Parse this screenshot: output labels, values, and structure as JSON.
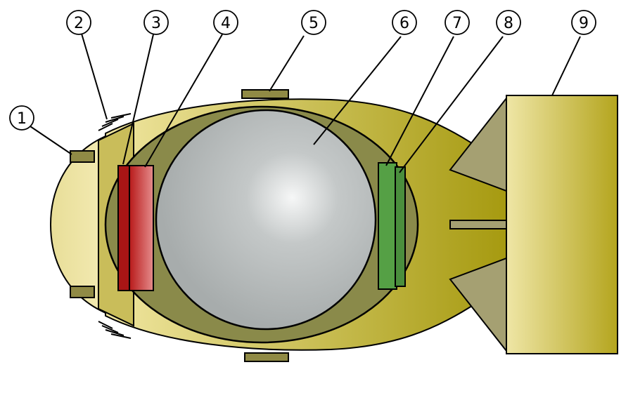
{
  "diagram": {
    "callouts": [
      {
        "id": "1",
        "label": "1"
      },
      {
        "id": "2",
        "label": "2"
      },
      {
        "id": "3",
        "label": "3"
      },
      {
        "id": "4",
        "label": "4"
      },
      {
        "id": "5",
        "label": "5"
      },
      {
        "id": "6",
        "label": "6"
      },
      {
        "id": "7",
        "label": "7"
      },
      {
        "id": "8",
        "label": "8"
      },
      {
        "id": "9",
        "label": "9"
      }
    ],
    "colors": {
      "casing_light": "#f0e6a0",
      "casing_dark": "#a69a10",
      "inner_shell": "#8a8a4a",
      "core_light": "#f4f5f5",
      "core": "#a7acac",
      "red_dark": "#a81515",
      "red_light": "#e07a7a",
      "green": "#55a045",
      "green_dark": "#3e7f33",
      "fin_light": "#e9df92",
      "fin_dark": "#b4a51e",
      "fin_blade": "#a5a072",
      "lug": "#908a45",
      "outline": "#000000"
    }
  }
}
